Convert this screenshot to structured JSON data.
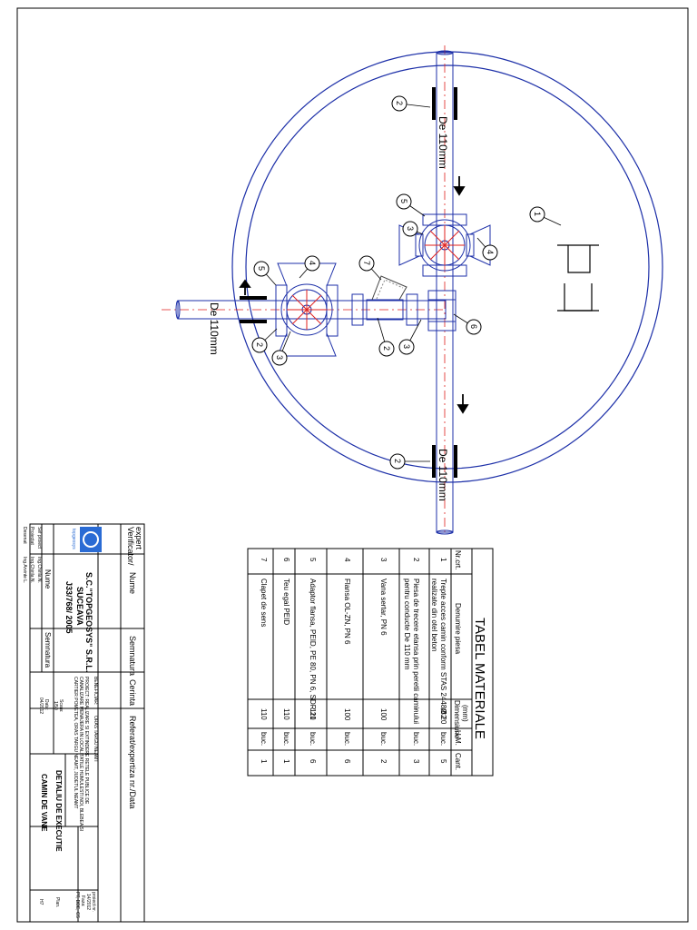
{
  "colors": {
    "line": "#000000",
    "pipe": "#1c2fa8",
    "axis": "#e0201e",
    "logo": "#2a6bd4"
  },
  "drawing": {
    "pipe_labels": [
      "De 110mm",
      "De 110mm",
      "De 110mm"
    ],
    "callouts": [
      "1",
      "2",
      "2",
      "2",
      "2",
      "2",
      "3",
      "3",
      "3",
      "3",
      "4",
      "4",
      "4",
      "5",
      "5",
      "6",
      "7"
    ]
  },
  "materials": {
    "title": "TABEL MATERIALE",
    "headers": {
      "nr": "Nr.crt.",
      "name": "Denumire piesa",
      "dim_line1": "Dimensiune",
      "dim_line2": "(mm)",
      "um": "U.M.",
      "qty": "Cant."
    },
    "rows": [
      {
        "nr": "1",
        "name_lines": [
          "Trepte acces camin conform  STAS 2448/82",
          "realizate din otel beton"
        ],
        "dim": "Ø 20",
        "um": "buc.",
        "qty": "5"
      },
      {
        "nr": "2",
        "name_lines": [
          "Piesa de trecere etansa prin peretii caminului",
          "pentru conducte De 110 mm"
        ],
        "dim": "-",
        "um": "buc.",
        "qty": "3"
      },
      {
        "nr": "3",
        "name_lines": [
          "Vana sertar, PN 6"
        ],
        "dim": "100",
        "um": "buc.",
        "qty": "2"
      },
      {
        "nr": "4",
        "name_lines": [
          "Flansa OL-ZN, PN 6"
        ],
        "dim": "100",
        "um": "buc.",
        "qty": "6"
      },
      {
        "nr": "5",
        "name_lines": [
          "Adaptor flansa, PEID, PE 80, PN 6, SDR 21"
        ],
        "dim": "110",
        "um": "buc.",
        "qty": "6"
      },
      {
        "nr": "6",
        "name_lines": [
          "Teu egal PEID"
        ],
        "dim": "110",
        "um": "buc.",
        "qty": "1"
      },
      {
        "nr": "7",
        "name_lines": [
          "Clapet de sens"
        ],
        "dim": "110",
        "um": "buc.",
        "qty": "1"
      }
    ]
  },
  "titleblock": {
    "verif_header": {
      "role_line1": "Verificator/",
      "role_line2": "expert",
      "name": "Nume",
      "signature": "Semnatura",
      "req": "Cerinta",
      "ref": "Referat/expertiza nr./Data"
    },
    "company": {
      "name": "S.C.\"TOPGEOSYS\" S.R.L.",
      "city": "SUCEAVA",
      "reg": "J33/768/ 2005",
      "logo_text": "topgeosys"
    },
    "people_header": {
      "name": "Nume",
      "signature": "Semnatura"
    },
    "people": [
      {
        "role": "Sef proiect",
        "name": "Ing.Chirila N."
      },
      {
        "role": "Proiectat",
        "name": "Ing.Chirila N."
      },
      {
        "role": "Desenat",
        "name": "Ing.Arvinte L."
      }
    ],
    "beneficiary_label": "BENEFICIAR:",
    "beneficiary": "ORAS TARGU NEAMT",
    "project_lines": [
      "PROIECT:   REALIZARE SI EXTINDERE RETELE PUBLICE DE",
      "CANALIZARE MENAJERA IN LOCALITATILE HUMULESTI NOI, BLEBEA SI",
      "CARTIER POMETEA, ORAS TARGU NEAMT, JUDETUL NEAMT"
    ],
    "scale_label": "Scara:",
    "scale": "1/50",
    "date_label": "Data:",
    "date": "04/2012",
    "drawing_title_1": "DETALIU DE EXECUTIE",
    "drawing_title_2": "CAMIN DE VANE",
    "proj_label": "proiect nr.",
    "proj_no": "14/2012",
    "phase_label": "Faza:",
    "phase": "PT, DDE, CS",
    "sheet_label": "Plan.",
    "sheet": "H7"
  }
}
